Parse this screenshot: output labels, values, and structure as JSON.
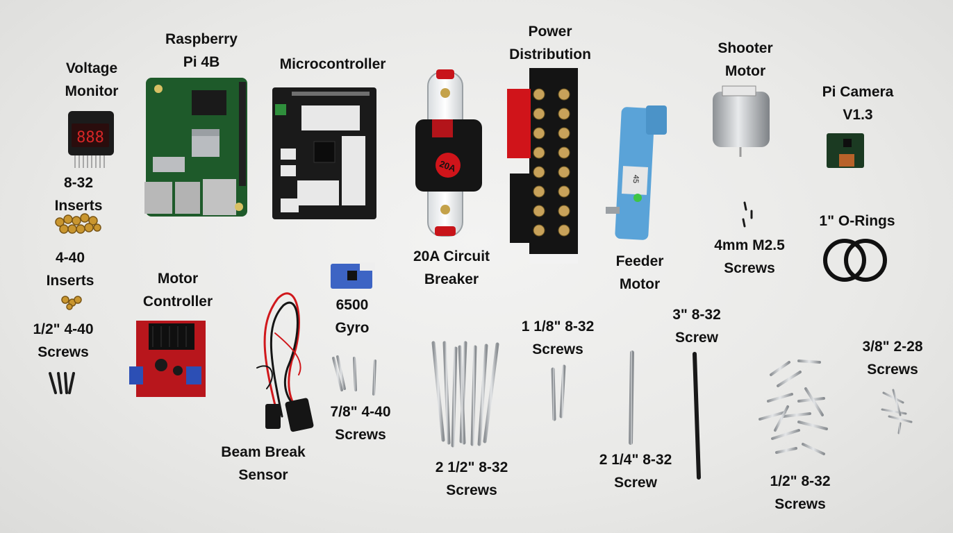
{
  "parts": {
    "voltage_monitor": {
      "line1": "Voltage",
      "line2": "Monitor"
    },
    "raspberry_pi": {
      "line1": "Raspberry",
      "line2": "Pi 4B"
    },
    "microcontroller": {
      "line1": "Microcontroller"
    },
    "power_distribution": {
      "line1": "Power",
      "line2": "Distribution"
    },
    "shooter_motor": {
      "line1": "Shooter",
      "line2": "Motor"
    },
    "pi_camera": {
      "line1": "Pi Camera",
      "line2": "V1.3"
    },
    "inserts_832": {
      "line1": "8-32",
      "line2": "Inserts"
    },
    "inserts_440": {
      "line1": "4-40",
      "line2": "Inserts"
    },
    "circuit_breaker": {
      "line1": "20A Circuit",
      "line2": "Breaker"
    },
    "feeder_motor": {
      "line1": "Feeder",
      "line2": "Motor"
    },
    "screws_m25": {
      "line1": "4mm M2.5",
      "line2": "Screws"
    },
    "o_rings": {
      "line1": "1\" O-Rings"
    },
    "motor_controller": {
      "line1": "Motor",
      "line2": "Controller"
    },
    "gyro": {
      "line1": "6500",
      "line2": "Gyro"
    },
    "screws_half_440": {
      "line1": "1/2\" 4-40",
      "line2": "Screws"
    },
    "screws_1_1_8_832": {
      "line1": "1 1/8\" 8-32",
      "line2": "Screws"
    },
    "screw_3_832": {
      "line1": "3\" 8-32",
      "line2": "Screw"
    },
    "screws_3_8_228": {
      "line1": "3/8\" 2-28",
      "line2": "Screws"
    },
    "screws_7_8_440": {
      "line1": "7/8\" 4-40",
      "line2": "Screws"
    },
    "beam_break": {
      "line1": "Beam Break",
      "line2": "Sensor"
    },
    "screws_2_1_2_832": {
      "line1": "2 1/2\" 8-32",
      "line2": "Screws"
    },
    "screw_2_1_4_832": {
      "line1": "2 1/4\" 8-32",
      "line2": "Screw"
    },
    "screws_half_832": {
      "line1": "1/2\" 8-32",
      "line2": "Screws"
    }
  },
  "device_markings": {
    "breaker_rating": "20A",
    "feeder_sticker": "45"
  },
  "colors": {
    "background": "#ebebea",
    "pcb_green": "#1e5a2a",
    "pcb_black": "#1a1a1a",
    "pcb_red": "#b8161c",
    "pcb_blue": "#2c4fb5",
    "motor_blue": "#5aa3d8",
    "breaker_red": "#c8141a",
    "brass": "#c9962f",
    "steel": "#b9bdc1",
    "wire_red": "#d0181c"
  }
}
